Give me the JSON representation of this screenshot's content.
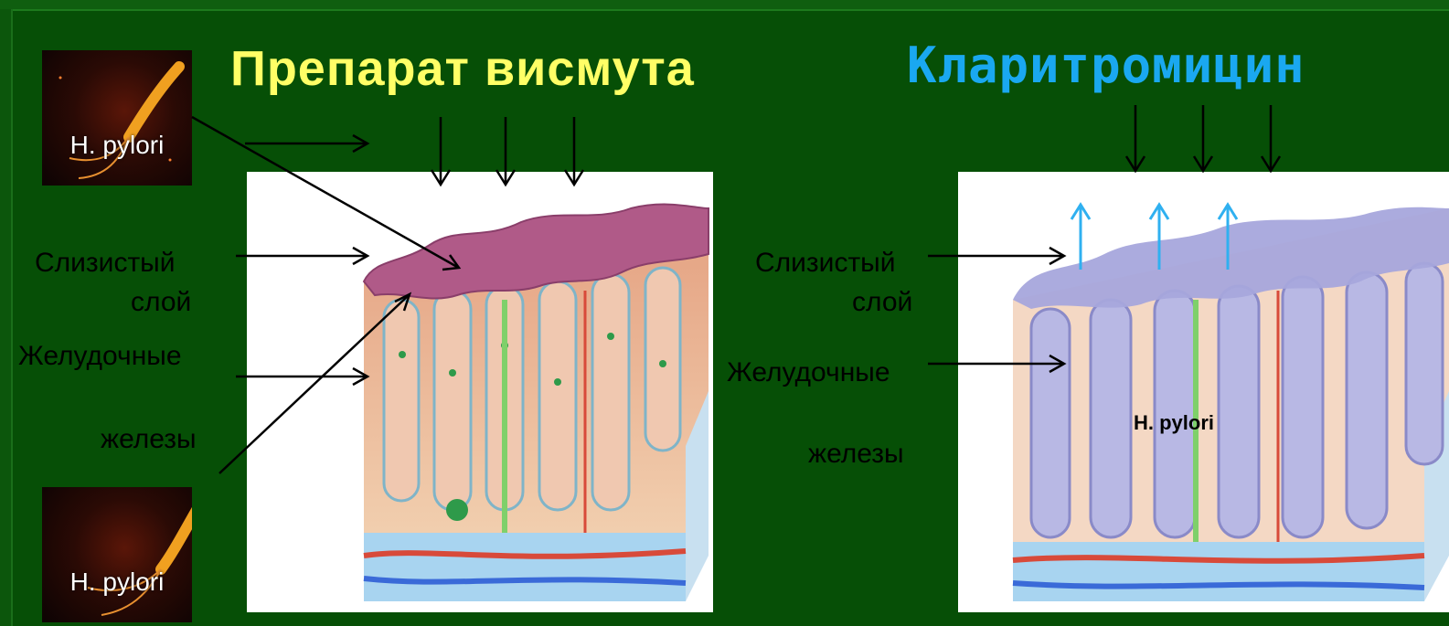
{
  "title_left": "Препарат висмута",
  "title_right": "Кларитромицин",
  "left_labels": {
    "mucus_line1": "Слизистый",
    "mucus_line2": "слой",
    "glands_line1": "Желудочные",
    "glands_line2": "железы"
  },
  "right_labels": {
    "mucus_line1": "Слизистый",
    "mucus_line2": "слой",
    "glands_line1": "Желудочные",
    "glands_line2": "железы"
  },
  "bacteria": {
    "top_label": "H. pylori",
    "bottom_label": "H. pylori",
    "inside_label": "H. pylori"
  },
  "colors": {
    "background": "#064f06",
    "title_left": "#ffff66",
    "title_right": "#1aa8f0",
    "mucus_left": "#b05a88",
    "mucus_right": "#a6a6dc",
    "arrow_up": "#2fb0f0"
  }
}
